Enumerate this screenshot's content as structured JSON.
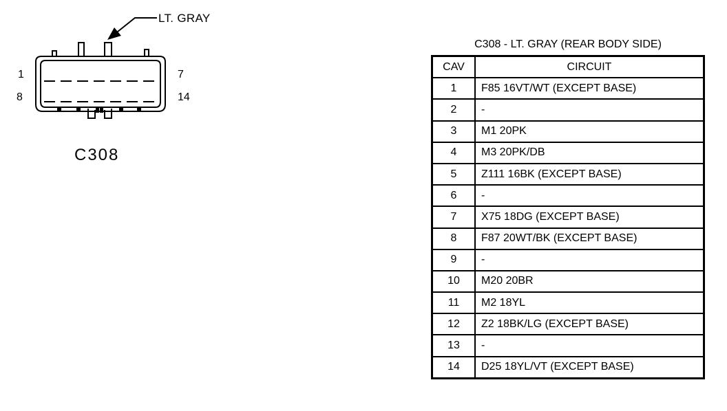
{
  "connector": {
    "id": "C308",
    "color_label": "LT. GRAY",
    "pin_labels": {
      "top_left": "1",
      "top_right": "7",
      "bottom_left": "8",
      "bottom_right": "14"
    }
  },
  "table": {
    "title": "C308 - LT. GRAY (REAR BODY SIDE)",
    "headers": {
      "cav": "CAV",
      "circuit": "CIRCUIT"
    },
    "rows": [
      {
        "cav": "1",
        "circuit": "F85 16VT/WT (EXCEPT BASE)"
      },
      {
        "cav": "2",
        "circuit": "-"
      },
      {
        "cav": "3",
        "circuit": "M1 20PK"
      },
      {
        "cav": "4",
        "circuit": "M3 20PK/DB"
      },
      {
        "cav": "5",
        "circuit": "Z111 16BK (EXCEPT BASE)"
      },
      {
        "cav": "6",
        "circuit": "-"
      },
      {
        "cav": "7",
        "circuit": "X75 18DG (EXCEPT BASE)"
      },
      {
        "cav": "8",
        "circuit": "F87 20WT/BK (EXCEPT BASE)"
      },
      {
        "cav": "9",
        "circuit": "-"
      },
      {
        "cav": "10",
        "circuit": "M20 20BR"
      },
      {
        "cav": "11",
        "circuit": "M2 18YL"
      },
      {
        "cav": "12",
        "circuit": "Z2 18BK/LG (EXCEPT BASE)"
      },
      {
        "cav": "13",
        "circuit": "-"
      },
      {
        "cav": "14",
        "circuit": "D25 18YL/VT (EXCEPT BASE)"
      }
    ]
  }
}
